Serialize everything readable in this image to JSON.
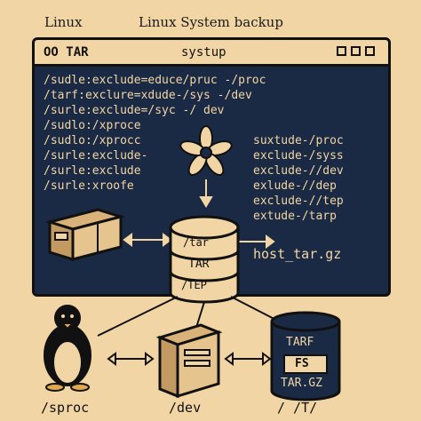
{
  "header": {
    "left_label": "Linux",
    "title": "Linux System backup"
  },
  "window": {
    "label": "OO TAR",
    "title": "systup"
  },
  "terminal": {
    "lines": [
      "/sudle:exclude=educe/pruc -/proc",
      "/tarf:exclure=xdude-/sys -/dev",
      "/surle:exclude=/syc -/ dev",
      "/sudlo:/xproce",
      "/sudlo:/xprocc",
      "/surle:exclude-",
      "/surle:exclude",
      "/surle:xroofe"
    ],
    "right_lines": [
      "suxtude-/proc",
      "exclude-/syss",
      "exclude-//dev",
      "exlude-//dep",
      "exclude-//tep",
      "extude-/tarp"
    ],
    "output_file": "host_tar.gz"
  },
  "archive_stack": {
    "labels": [
      "/tar",
      "TAR",
      "/TEP"
    ]
  },
  "bottom": {
    "linux_label": "/sproc",
    "dev_label": "/dev",
    "tar_label": "/ /T/",
    "drum_labels": [
      "TARF",
      "FS",
      "TAR.GZ"
    ]
  },
  "colors": {
    "background": "#f2d5a4",
    "terminal": "#1b2a44",
    "ink": "#111111"
  }
}
